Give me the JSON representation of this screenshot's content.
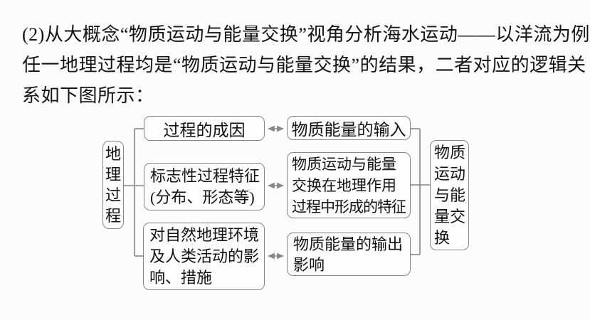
{
  "colors": {
    "background": "#fcfcfc",
    "text": "#141414",
    "box_border": "#868686",
    "connector_line": "#868686"
  },
  "paragraph": {
    "line1": "(2)从大概念“物质运动与能量交换”视角分析海水运动——以洋流为例",
    "line2": "任一地理过程均是“物质运动与能量交换”的结果，二者对应的逻辑关",
    "line3": "系如下图所示："
  },
  "diagram": {
    "left_label": {
      "text": "地理过程",
      "lines": [
        "地",
        "理",
        "过",
        "程"
      ]
    },
    "right_label": {
      "text": "物质运动与能量交换",
      "lines": [
        "物质",
        "运动",
        "与能",
        "量交",
        "换"
      ]
    },
    "left_boxes": [
      {
        "id": "process-cause",
        "lines": [
          "过程的成因"
        ]
      },
      {
        "id": "signature-features",
        "lines": [
          "标志性过程特征",
          "(分布、形态等)"
        ]
      },
      {
        "id": "impacts-measures",
        "lines": [
          "对自然地理环境",
          "及人类活动的影",
          "响、措施"
        ]
      }
    ],
    "right_boxes": [
      {
        "id": "matter-energy-input",
        "lines": [
          "物质能量的输入"
        ]
      },
      {
        "id": "exchange-features",
        "lines": [
          "物质运动与能量",
          "交换在地理作用",
          "过程中形成的特征"
        ]
      },
      {
        "id": "matter-energy-output",
        "lines": [
          "物质能量的输出",
          "影响"
        ]
      }
    ],
    "arrow_symbol": "↔"
  }
}
